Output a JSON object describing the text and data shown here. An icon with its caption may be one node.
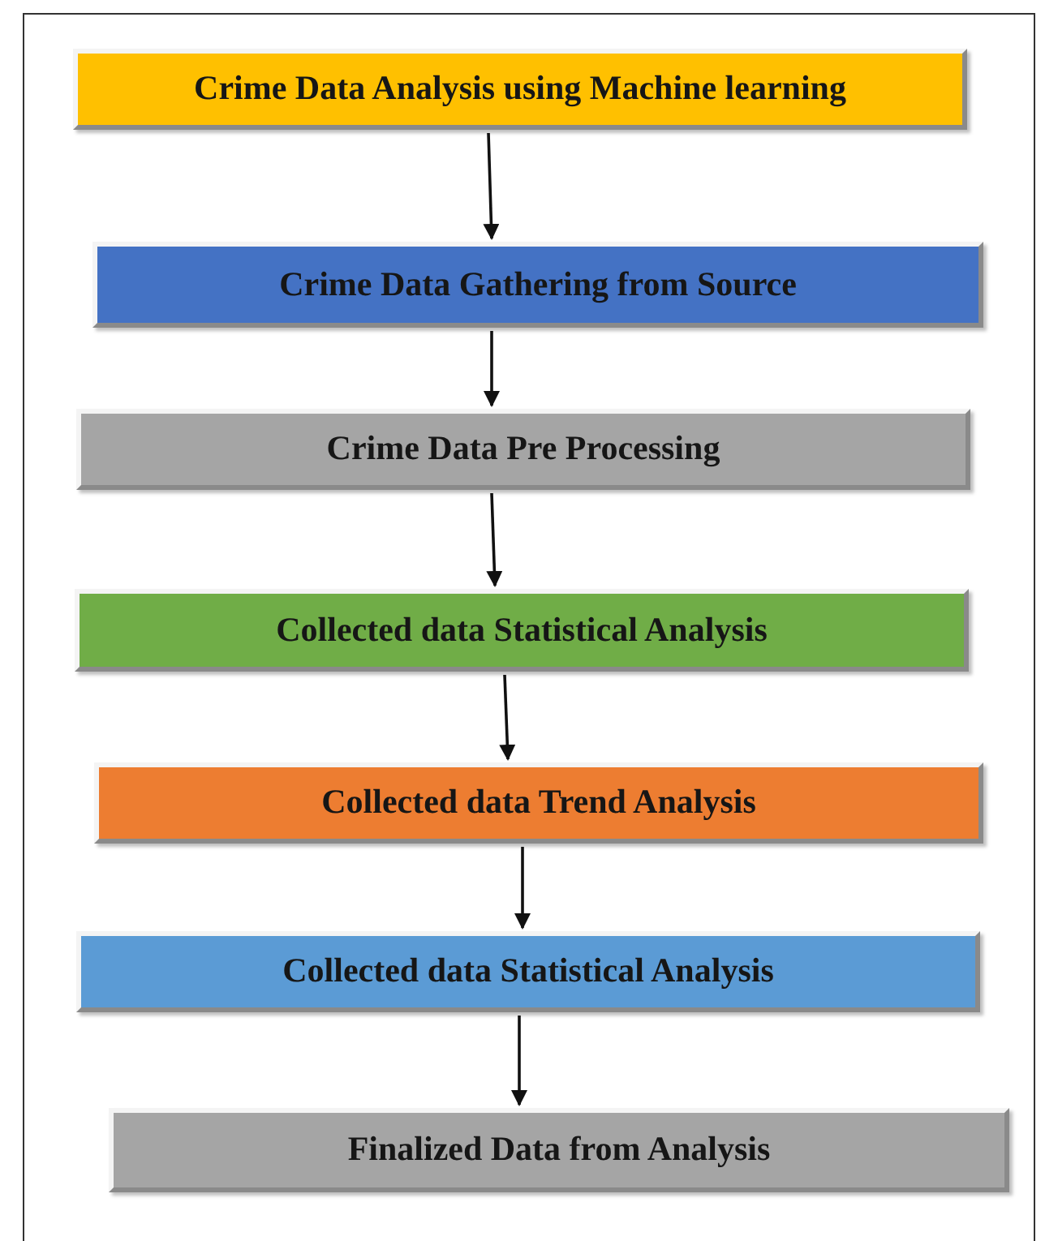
{
  "diagram": {
    "nodes": [
      {
        "text": [
          "Crime Data Analysis using Machine learning"
        ]
      },
      {
        "text": [
          "Crime Data Gathering from Source"
        ]
      },
      {
        "text": [
          "Crime Data Pre Processing"
        ]
      },
      {
        "text": [
          "Collected data Statistical Analysis"
        ]
      },
      {
        "text": [
          "Collected data Trend Analysis"
        ]
      },
      {
        "text": [
          "Collected data Statistical Analysis"
        ]
      },
      {
        "text": [
          "Finalized Data from Analysis"
        ]
      }
    ],
    "edges": [
      {
        "from": 0,
        "to": 1,
        "arrow": "to"
      },
      {
        "from": 1,
        "to": 2,
        "arrow": "to"
      },
      {
        "from": 2,
        "to": 3,
        "arrow": "to"
      },
      {
        "from": 3,
        "to": 4,
        "arrow": "to"
      },
      {
        "from": 4,
        "to": 5,
        "arrow": "to"
      },
      {
        "from": 5,
        "to": 6,
        "arrow": "to"
      }
    ]
  }
}
